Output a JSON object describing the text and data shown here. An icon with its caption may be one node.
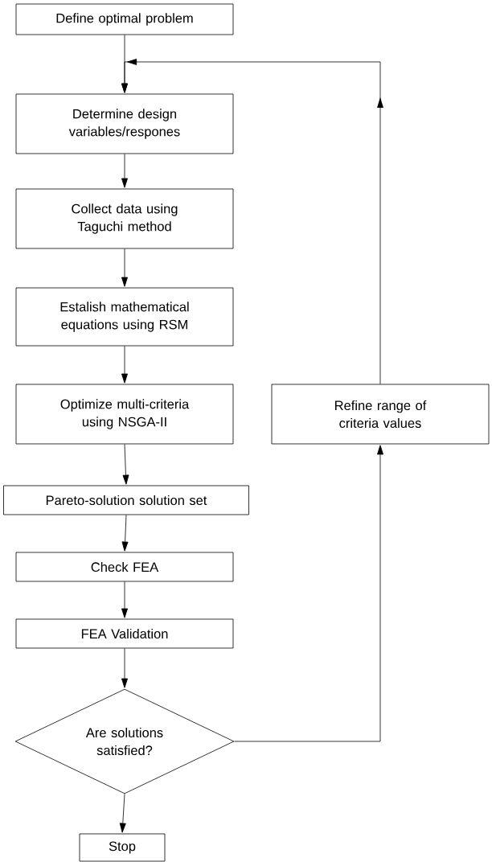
{
  "diagram": {
    "nodes": [
      {
        "text": [
          "Define optimal problem"
        ]
      },
      {
        "text": [
          "Determine design variables/respones"
        ]
      },
      {
        "text": [
          "Collect data using Taguchi method"
        ]
      },
      {
        "text": [
          "Estalish mathematical equations using RSM"
        ]
      },
      {
        "text": [
          "Optimize multi-criteria using NSGA-II"
        ]
      },
      {
        "text": [
          "Pareto-solution solution set"
        ]
      },
      {
        "text": [
          "Check FEA"
        ]
      },
      {
        "text": [
          "FEA Validation"
        ]
      },
      {
        "text": [
          "Are solutions satisfied?"
        ]
      },
      {
        "text": [
          "Stop"
        ]
      },
      {
        "text": [
          "Refine range of criteria values"
        ]
      }
    ],
    "edges": [
      {
        "from": 0,
        "to": 1,
        "arrow": "to"
      },
      {
        "from": 1,
        "to": 2,
        "arrow": "to"
      },
      {
        "from": 2,
        "to": 3,
        "arrow": "to"
      },
      {
        "from": 3,
        "to": 4,
        "arrow": "to"
      },
      {
        "from": 4,
        "to": 5,
        "arrow": "to"
      },
      {
        "from": 5,
        "to": 6,
        "arrow": "to"
      },
      {
        "from": 6,
        "to": 7,
        "arrow": "to"
      },
      {
        "from": 7,
        "to": 8,
        "arrow": "to"
      },
      {
        "from": 8,
        "to": 9,
        "arrow": "to"
      },
      {
        "from": 8,
        "to": 10,
        "arrow": "to"
      },
      {
        "from": 10,
        "to": 1,
        "arrow": "to"
      }
    ]
  }
}
